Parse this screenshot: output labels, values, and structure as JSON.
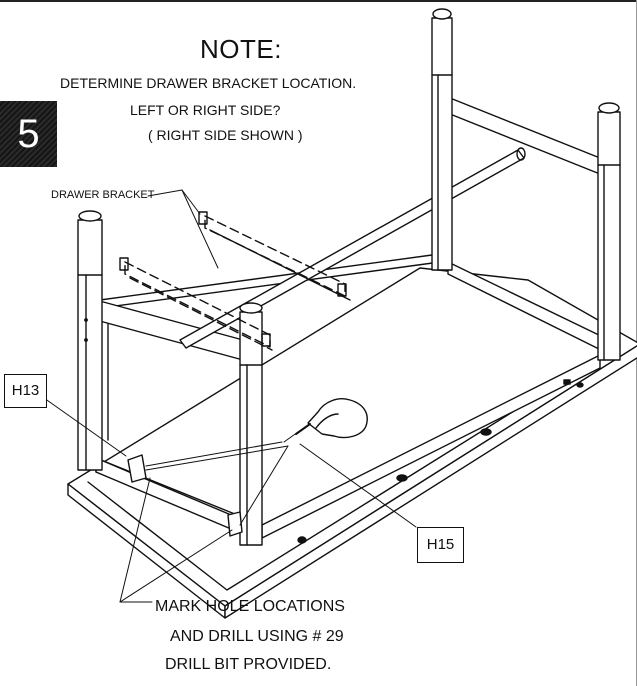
{
  "step_number": "5",
  "note": {
    "title": "NOTE:",
    "line1": "DETERMINE DRAWER BRACKET LOCATION.",
    "line2": "LEFT OR RIGHT SIDE?",
    "line3": "( RIGHT SIDE SHOWN )"
  },
  "drawer_bracket_label": "DRAWER BRACKET",
  "parts": {
    "h13": "H13",
    "h15": "H15"
  },
  "instructions": {
    "line1": "MARK HOLE LOCATIONS",
    "line2": "AND DRILL USING # 29",
    "line3": "DRILL BIT PROVIDED."
  }
}
